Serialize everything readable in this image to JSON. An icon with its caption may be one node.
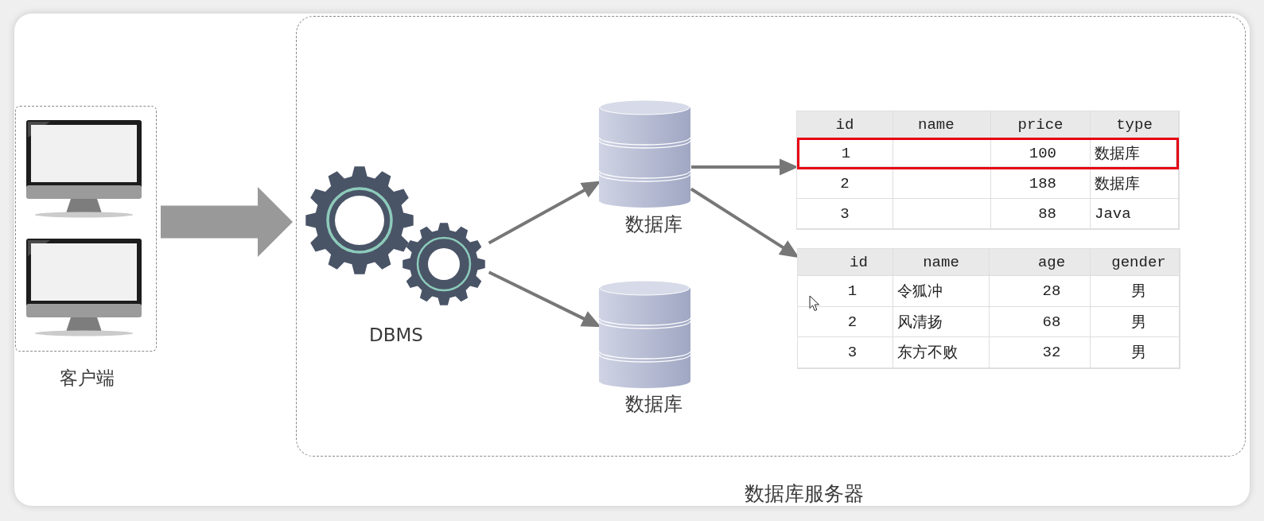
{
  "diagram": {
    "nodes": [
      {
        "text": [
          "客户端"
        ]
      },
      {
        "text": [
          "数据库服务器"
        ]
      },
      {
        "text": [],
        "shape": "picture",
        "beside": [
          "DBMS"
        ],
        "in": 1
      },
      {
        "text": [],
        "shape": "cylinder",
        "beside": [
          "数据库"
        ],
        "in": 1
      },
      {
        "text": [],
        "shape": "cylinder",
        "beside": [
          "数据库"
        ],
        "in": 1
      },
      {
        "text": [
          "id",
          "name",
          "price",
          "type",
          "2",
          "188",
          "数据库",
          "3",
          "88",
          "Java"
        ],
        "in": 1
      },
      {
        "text": [
          "1",
          "100",
          "数据库"
        ],
        "in": 5
      },
      {
        "text": [
          "id",
          "name",
          "age",
          "gender",
          "1",
          "令狐冲",
          "28",
          "男",
          "2",
          "风清扬",
          "68",
          "男",
          "3",
          "东方不败",
          "32",
          "男"
        ],
        "in": 1
      }
    ],
    "edges": [
      {
        "from": 0,
        "to": 1,
        "arrow": "to",
        "style": "thick",
        "color": "#999999"
      },
      {
        "from": 2,
        "to": 3,
        "arrow": "to"
      },
      {
        "from": 2,
        "to": 4,
        "arrow": "to"
      },
      {
        "from": 3,
        "to": 5,
        "arrow": "to"
      },
      {
        "from": 3,
        "to": 7,
        "arrow": "to"
      }
    ]
  }
}
